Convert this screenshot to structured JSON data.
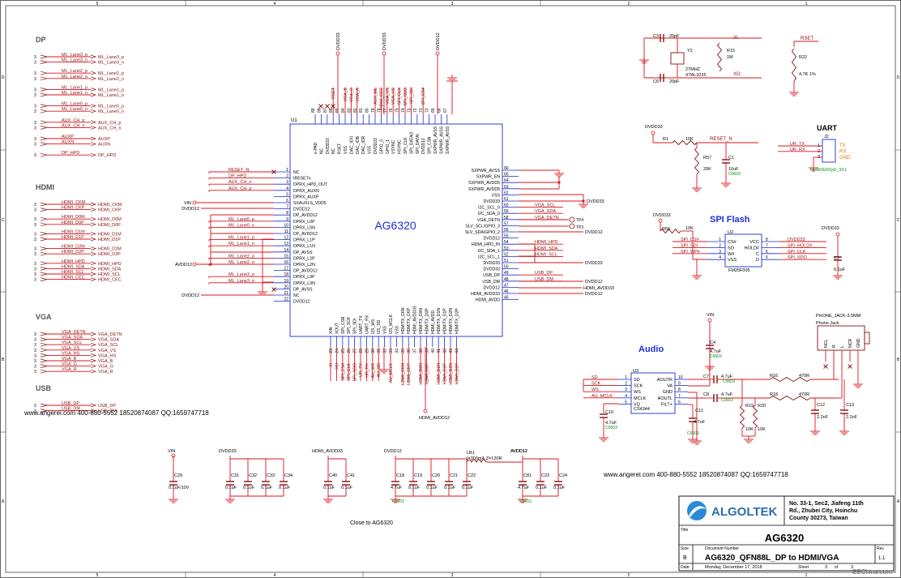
{
  "colors": {
    "wire": "#d9141b",
    "blue": "#1c2fd1",
    "part": "#8a1010",
    "green": "#0a8a1a",
    "orange": "#e07b00",
    "frame": "#555555",
    "text": "#000000"
  },
  "border": {
    "cols": [
      "5",
      "4",
      "3",
      "2",
      "1"
    ],
    "rows": [
      "D",
      "C",
      "B",
      "A"
    ]
  },
  "ic": {
    "name": "AG6320",
    "ref": "U1",
    "left": [
      {
        "n": "1",
        "s": "NC"
      },
      {
        "n": "2",
        "s": "tRESETn"
      },
      {
        "n": "3",
        "s": "DPRX_HPD_OUT"
      },
      {
        "n": "4",
        "s": "DPRX_AUXN"
      },
      {
        "n": "5",
        "s": "DPRX_AUXP"
      },
      {
        "n": "6",
        "s": "SXAUXLS_VDD5"
      },
      {
        "n": "7",
        "s": "DVDD12"
      },
      {
        "n": "8",
        "s": "DP_AVDD12"
      },
      {
        "n": "9",
        "s": "DPRX_L0P"
      },
      {
        "n": "10",
        "s": "DPRX_L0N"
      },
      {
        "n": "11",
        "s": "DP_AVDD12"
      },
      {
        "n": "12",
        "s": "DPRX_L1P"
      },
      {
        "n": "13",
        "s": "DPRX_L1N"
      },
      {
        "n": "14",
        "s": "DP_AVSS"
      },
      {
        "n": "15",
        "s": "DPRX_L2P"
      },
      {
        "n": "16",
        "s": "DPRX_L2N"
      },
      {
        "n": "17",
        "s": "DP_AVDD12"
      },
      {
        "n": "18",
        "s": "DPRX_L3P"
      },
      {
        "n": "19",
        "s": "DPRX_L3N"
      },
      {
        "n": "20",
        "s": "DP_AVSS"
      },
      {
        "n": "21",
        "s": "NC"
      },
      {
        "n": "22",
        "s": "DVDD12"
      }
    ],
    "right": [
      {
        "n": "66",
        "s": "SXPWR_AVSS"
      },
      {
        "n": "65",
        "s": "SXPWR_EN"
      },
      {
        "n": "64",
        "s": "SXPWR_AVDD5"
      },
      {
        "n": "63",
        "s": "SXPWR_AVDD5"
      },
      {
        "n": "62",
        "s": "VSS"
      },
      {
        "n": "61",
        "s": "DVDD33"
      },
      {
        "n": "60",
        "s": "I2C_SCL_0"
      },
      {
        "n": "59",
        "s": "I2C_SDA_0"
      },
      {
        "n": "58",
        "s": "VGA_DETN"
      },
      {
        "n": "57",
        "s": "SLV_SCL/GPIO_3"
      },
      {
        "n": "56",
        "s": "SLV_SDA/GPIO_2"
      },
      {
        "n": "55",
        "s": "DVDD12"
      },
      {
        "n": "54",
        "s": "HDMI_HPD_IN"
      },
      {
        "n": "53",
        "s": "I2C_SDA_1"
      },
      {
        "n": "52",
        "s": "I2C_SCL_1"
      },
      {
        "n": "51",
        "s": "DVDD33"
      },
      {
        "n": "50",
        "s": "DVDD33"
      },
      {
        "n": "49",
        "s": "USB_DP"
      },
      {
        "n": "48",
        "s": "USB_DM"
      },
      {
        "n": "47",
        "s": "DVDD12"
      },
      {
        "n": "46",
        "s": "HDMI_AVDD33"
      },
      {
        "n": "45",
        "s": "HDMI_AVDD"
      }
    ],
    "top": [
      {
        "n": "89",
        "s": "e-PAD"
      },
      {
        "n": "88",
        "s": "NC"
      },
      {
        "n": "87",
        "s": "DVDD33"
      },
      {
        "n": "86",
        "s": "NC"
      },
      {
        "n": "85",
        "s": "RSET"
      },
      {
        "n": "84",
        "s": "VSS"
      },
      {
        "n": "83",
        "s": "DAC_IOG"
      },
      {
        "n": "82",
        "s": "DAC_IOB"
      },
      {
        "n": "81",
        "s": "DAC_IOR"
      },
      {
        "n": "80",
        "s": "VSS"
      },
      {
        "n": "79",
        "s": "DVDD33"
      },
      {
        "n": "78",
        "s": "GPIO_0"
      },
      {
        "n": "77",
        "s": "GPIO_1"
      },
      {
        "n": "76",
        "s": "VSYNC"
      },
      {
        "n": "75",
        "s": "HSYNC"
      },
      {
        "n": "74",
        "s": "SPI_CLK"
      },
      {
        "n": "73",
        "s": "SPI_DATAO"
      },
      {
        "n": "72",
        "s": "SPI_DATAI"
      },
      {
        "n": "71",
        "s": "DVDD12"
      },
      {
        "n": "70",
        "s": "SPI_CSN"
      },
      {
        "n": "69",
        "s": "SXPWR_AVSS"
      },
      {
        "n": "68",
        "s": "SXPWR_AVSS"
      },
      {
        "n": "67",
        "s": "SXPWR_AVSS"
      }
    ],
    "bottom": [
      {
        "n": "23",
        "s": "XIN"
      },
      {
        "n": "24",
        "s": "XOUT"
      },
      {
        "n": "25",
        "s": "SPI_CSN"
      },
      {
        "n": "26",
        "s": "SPI_SCK"
      },
      {
        "n": "27",
        "s": "SPI_SDI"
      },
      {
        "n": "28",
        "s": "UART_TX"
      },
      {
        "n": "29",
        "s": "UART_RX"
      },
      {
        "n": "30",
        "s": "I2S_WS"
      },
      {
        "n": "31",
        "s": "I2S_SD"
      },
      {
        "n": "32",
        "s": "VSS"
      },
      {
        "n": "33",
        "s": "I2S_MCLK"
      },
      {
        "n": "34",
        "s": "VSS"
      },
      {
        "n": "35",
        "s": "HDMITX_CKN"
      },
      {
        "n": "36",
        "s": "HDMITX_CKP"
      },
      {
        "n": "37",
        "s": "HDMI_AVDD33"
      },
      {
        "n": "38",
        "s": "HDMITX_D0N"
      },
      {
        "n": "39",
        "s": "HDMITX_D0P"
      },
      {
        "n": "40",
        "s": "HDMI_AVDD"
      },
      {
        "n": "41",
        "s": "HDMITX_D1N"
      },
      {
        "n": "42",
        "s": "HDMITX_D1P"
      },
      {
        "n": "43",
        "s": "HDMITX_D2N"
      },
      {
        "n": "44",
        "s": "HDMITX_D2P"
      }
    ]
  },
  "left_nets": [
    "RESET_N",
    "DP_HPD",
    "AUX_CH_n",
    "AUX_CH_p",
    "",
    "",
    "",
    "",
    "ML_Lane0_p",
    "ML_Lane0_n",
    "",
    "ML_Lane1_p",
    "ML_Lane1_n",
    "",
    "ML_Lane2_p",
    "ML_Lane2_n",
    "",
    "ML_Lane3_p",
    "ML_Lane3_n",
    "",
    "",
    ""
  ],
  "right_nets": [
    "",
    "",
    "",
    "",
    "",
    "",
    "VGA_SCL",
    "VGA_SDA",
    "VGA_DETN",
    "",
    "",
    "",
    "HDMI_HPD",
    "HDMI_SDA",
    "HDMI_SCL",
    "",
    "",
    "USB_DP",
    "USB_DM",
    "",
    "",
    ""
  ],
  "top_nets": [
    "",
    "",
    "",
    "RSET",
    "",
    "VGA_B",
    "VGA_G",
    "VGA_R",
    "",
    "",
    "AUX_ML",
    "HDMI_CEC",
    "VGA_VS",
    "VGA_HS",
    "SPI_CLK",
    "SPI_SDO",
    "SPI_SDI",
    "",
    "SPI_CS#",
    "",
    "",
    "",
    ""
  ],
  "bottom_nets": [
    "XI",
    "XO",
    "SPI_CS#",
    "SPI_CLK",
    "SPI_SDO",
    "UR_TX",
    "UR_RX",
    "AU_WS",
    "AU_SD",
    "",
    "AU_MCLK",
    "",
    "HDMI_CKN",
    "HDMI_CKP",
    "",
    "HDMI_D0N",
    "HDMI_D0P",
    "",
    "HDMI_D1N",
    "HDMI_D1P",
    "HDMI_D2N",
    "HDMI_D2P"
  ],
  "power_labels": {
    "vin": "VIN",
    "dvdd12": "DVDD12",
    "avdd12": "AVDD12",
    "dvdd33": "DVDD33",
    "hdmi_avdd33": "HDMI_AVDD33",
    "hdmi_avdd12": "HDMI_AVDD12",
    "dvdd12b": "DVDD12",
    "tp4": "TP4",
    "tp3": "TP3"
  },
  "connectors": {
    "dp": {
      "title": "DP",
      "items": [
        [
          "ML_Lane3_p",
          "ML_Lane3_n"
        ],
        [
          "ML_Lane2_p",
          "ML_Lane2_n"
        ],
        [
          "ML_Lane1_p",
          "ML_Lane1_n"
        ],
        [
          "ML_Lane0_p",
          "ML_Lane0_n"
        ],
        [
          "AUX_CH_p",
          "AUX_CH_n"
        ],
        [
          "AUXP",
          "AUXN"
        ],
        [
          "DP_HPD"
        ]
      ]
    },
    "hdmi": {
      "title": "HDMI",
      "items": [
        [
          "HDMI_CKM",
          "HDMI_CKP"
        ],
        [
          "HDMI_D0M",
          "HDMI_D0P"
        ],
        [
          "HDMI_D1M",
          "HDMI_D1P"
        ],
        [
          "HDMI_D2M",
          "HDMI_D2P"
        ],
        [
          "HDMI_HPD",
          "HDMI_SDA",
          "HDMI_SCL",
          "HDMI_CEC"
        ]
      ]
    },
    "vga": {
      "title": "VGA",
      "items": [
        [
          "VGA_DETN",
          "VGA_SDA",
          "VGA_SCL",
          "VGA_VS",
          "VGA_HS",
          "VGA_B",
          "VGA_G",
          "VGA_R"
        ]
      ]
    },
    "usb": {
      "title": "USB",
      "items": [
        [
          "USB_DP",
          "USB_DM"
        ]
      ]
    }
  },
  "sheet_ref": "3",
  "watermark": "www.angerei.com 400-880-5552 18520874087 QQ:1659747718",
  "crystal": {
    "c3": "C3",
    "c3v": "20pF",
    "c6": "C6",
    "c6v": "20pF",
    "y2": "Y2",
    "freq": "27MHZ",
    "pkg": "XTAL3225",
    "r15": "R15",
    "r15v": "1M",
    "xi": "XI",
    "xo": "XO"
  },
  "reset": {
    "r22": "R22",
    "r22v": "4.7K 1%",
    "net": "RSET"
  },
  "rc": {
    "pwr": "DVDD33",
    "r1": "R1",
    "r1v": "10K",
    "net": "RESET_N",
    "r57": "R57",
    "r57v": "20K",
    "c1": "C1",
    "c1v": "10uF",
    "c1p": "C0603"
  },
  "uart": {
    "title": "UART",
    "pins": [
      "UR_TX",
      "UR_RX"
    ],
    "ref": "J2",
    "names": [
      "TX",
      "RX",
      "GND"
    ],
    "part": "HEADER1p0_3X1"
  },
  "spi": {
    "title": "SPI Flash",
    "pwr": "DVDD33",
    "r59": "R59",
    "r59v": "10K",
    "u2": "U2",
    "lpins": [
      "CS#",
      "SO",
      "W#",
      "VSS"
    ],
    "rpins": [
      "VCC",
      "HOLD#",
      "C",
      "D"
    ],
    "lnums": [
      "1",
      "2",
      "3",
      "4"
    ],
    "rnums": [
      "8",
      "7",
      "6",
      "5"
    ],
    "lnets": [
      "SPI_CS#",
      "SPI_SDI",
      "SPI_WP#"
    ],
    "rnets": [
      "DVDD33",
      "SPI_HOLD#",
      "SPI_CLK",
      "SPI_SDO"
    ],
    "part": "FM25F005",
    "pwr2": "DVDD33",
    "c2": "C2",
    "c2v": "0.1uF"
  },
  "audio": {
    "title": "Audio",
    "u3": "U3",
    "lpins": [
      "SD",
      "SCK",
      "WS",
      "MCLK",
      "VQ"
    ],
    "rpins": [
      "AOUTR",
      "VA",
      "GND",
      "AOUTL",
      "FILT+"
    ],
    "lnums": [
      "1",
      "2",
      "3",
      "4",
      "5"
    ],
    "rnums": [
      "10",
      "9",
      "8",
      "7",
      "6"
    ],
    "nets": [
      "SD",
      "SCK",
      "WS",
      "AU_MCLK"
    ],
    "part": "CS4344",
    "vin": "VIN",
    "c4": "C4",
    "c4v": "4.7uF",
    "c4p": "C0603",
    "c7": "C7",
    "c7v": "4.7uF",
    "c7p": "C0603",
    "c8": "C8",
    "c8v": "4.7uF",
    "c8p": "C0603",
    "c10": "C10",
    "c10v": "4.7uF",
    "c10p": "C0603",
    "c11": "C11",
    "c11v": "4.7uF",
    "c11p": "C0603",
    "r16": "R16",
    "r16v": "470R",
    "r18": "R18",
    "r18v": "470R",
    "r19": "R19",
    "r19v": "10K",
    "r20": "R20",
    "r20v": "10K",
    "c12": "C12",
    "c12v": "2.2nF",
    "c13": "C13",
    "c13v": "2.2nF",
    "jack": "PHONE_JACK-3.5MM",
    "jack2": "Phone Jack",
    "jack_pins": [
      "NCL",
      "R",
      "L",
      "NCR",
      "GND"
    ]
  },
  "decoupling": {
    "vin": {
      "net": "VIN",
      "caps": [
        [
          "C29",
          "0.1uF/10V"
        ]
      ]
    },
    "dvdd33": {
      "net": "DVDD33",
      "caps": [
        [
          "C31",
          "0.1uF"
        ],
        [
          "C32",
          "0.1uF"
        ],
        [
          "C33",
          "0.1uF"
        ],
        [
          "C34",
          "0.1uF"
        ]
      ]
    },
    "hdmi": {
      "net": "HDMI_AVDD33",
      "caps": [
        [
          "C40",
          "0.1uF"
        ],
        [
          "C41",
          "0.1uF"
        ]
      ]
    },
    "dvdd12": {
      "net": "DVDD12",
      "caps": [
        [
          "C18",
          "4.7uF"
        ],
        [
          "C19",
          "0.1uF"
        ],
        [
          "C20",
          "0.1uF"
        ],
        [
          "C21",
          "0.1uF"
        ],
        [
          "C22",
          "0.1uF"
        ]
      ],
      "pkg": "C0603"
    },
    "lb1": {
      "ref": "LB1",
      "val": "I=300mA,Z=120R",
      "net": "AVDD12",
      "caps": [
        [
          "C81",
          "4.7uF"
        ],
        [
          "C23",
          "0.1uF"
        ],
        [
          "C24",
          "0.1uF"
        ]
      ],
      "pkg": "C0603"
    },
    "note": "Close to AG6320"
  },
  "titleblock": {
    "company": "ALGOLTEK",
    "address": [
      "No. 33-1, Sec2, Jiafeng 11th",
      "Rd., Zhubei City, Hsinchu",
      "County 30273, Taiwan"
    ],
    "title_label": "Title",
    "title": "AG6320",
    "size_label": "Size",
    "size": "B",
    "doc_label": "Document Number",
    "doc": "AG6320_QFN88L_DP to HDMI/VGA",
    "rev_label": "Rev",
    "rev": "1.1",
    "date_label": "Date:",
    "date": "Monday, December 17, 2018",
    "sheet_label": "Sheet",
    "sheet": "3",
    "of": "of",
    "sheets": "3"
  },
  "site_mark": "EEChina.com"
}
